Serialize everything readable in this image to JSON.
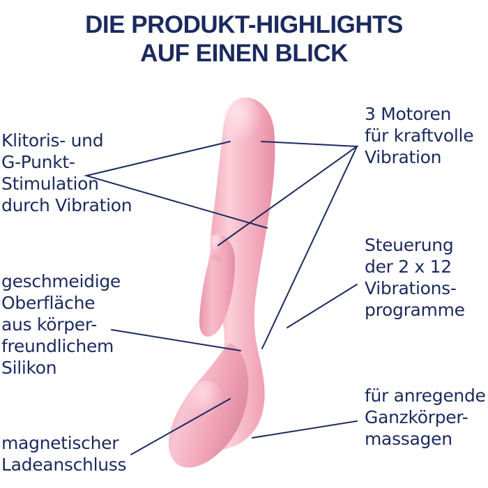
{
  "headline": {
    "line1": "DIE PRODUKT-HIGHLIGHTS",
    "line2": "AUF EINEN BLICK"
  },
  "colors": {
    "navy": "#1b2a5e",
    "background": "#ffffff",
    "product_pink": "#f3a8bb",
    "product_pink_light": "#f9c9d5",
    "product_pink_shadow": "#e8899f"
  },
  "callouts": {
    "clitoris": {
      "text": "Klitoris- und\nG-Punkt-\nStimulation\ndurch Vibration",
      "side": "left"
    },
    "silicone": {
      "text": "geschmeidige\nOberfläche\naus körper-\nfreundlichem\nSilikon",
      "side": "left"
    },
    "charging": {
      "text": "magnetischer\nLadeanschluss",
      "side": "left"
    },
    "motors": {
      "text": "3 Motoren\nfür kraftvolle\nVibration",
      "side": "right"
    },
    "control": {
      "text": "Steuerung\nder 2 x 12\nVibrations-\nprogramme",
      "side": "right"
    },
    "massage": {
      "text": "für anregende\nGanzkörper-\nmassagen",
      "side": "right"
    }
  },
  "product": {
    "name": "rabbit-vibrator-illustration",
    "color_label": "pink silicone"
  }
}
